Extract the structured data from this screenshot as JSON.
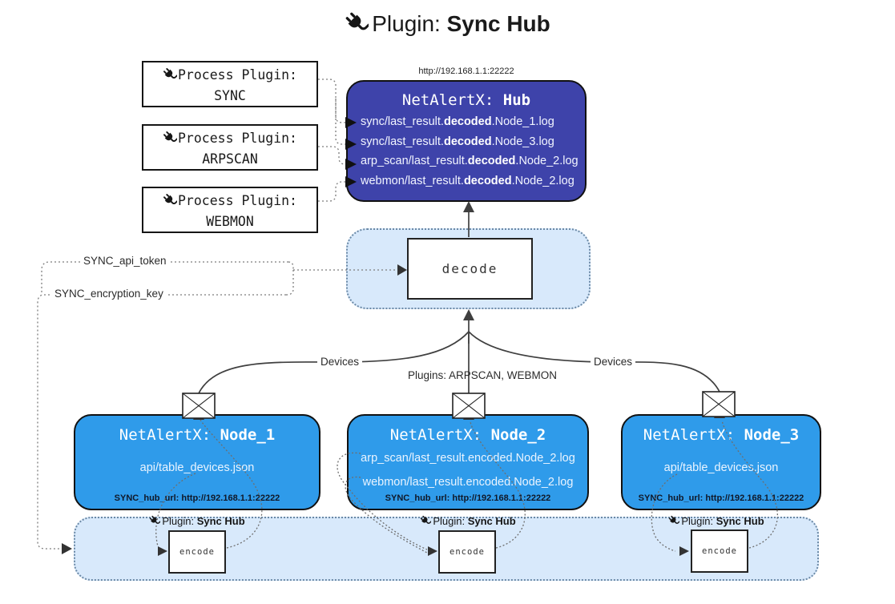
{
  "title": {
    "label": "Plugin:",
    "name": "Sync Hub"
  },
  "hub": {
    "url": "http://192.168.1.1:22222",
    "title_label": "NetAlertX:",
    "title_name": "Hub",
    "logs": [
      {
        "pre": "sync/last_result.",
        "em": "decoded",
        "post": ".Node_1.log"
      },
      {
        "pre": "sync/last_result.",
        "em": "decoded",
        "post": ".Node_3.log"
      },
      {
        "pre": "arp_scan/last_result.",
        "em": "decoded",
        "post": ".Node_2.log"
      },
      {
        "pre": "webmon/last_result.",
        "em": "decoded",
        "post": ".Node_2.log"
      }
    ]
  },
  "process_plugins": {
    "label": "Process Plugin:",
    "items": [
      {
        "name": "SYNC"
      },
      {
        "name": "ARPSCAN"
      },
      {
        "name": "WEBMON"
      }
    ]
  },
  "decode": {
    "label": "decode"
  },
  "encode": {
    "label": "encode"
  },
  "settings": {
    "api_token": "SYNC_api_token",
    "encryption_key": "SYNC_encryption_key"
  },
  "edge_labels": {
    "devices_left": "Devices",
    "plugins_center": "Plugins: ARPSCAN, WEBMON",
    "devices_right": "Devices"
  },
  "nodes": [
    {
      "title_label": "NetAlertX:",
      "title_name": "Node_1",
      "lines": [
        "api/table_devices.json"
      ],
      "sync_hub_url": "SYNC_hub_url: http://192.168.1.1:22222"
    },
    {
      "title_label": "NetAlertX:",
      "title_name": "Node_2",
      "lines": [
        "arp_scan/last_result.encoded.Node_2.log",
        "webmon/last_result.encoded.Node_2.log"
      ],
      "sync_hub_url": "SYNC_hub_url: http://192.168.1.1:22222"
    },
    {
      "title_label": "NetAlertX:",
      "title_name": "Node_3",
      "lines": [
        "api/table_devices.json"
      ],
      "sync_hub_url": "SYNC_hub_url: http://192.168.1.1:22222"
    }
  ],
  "encoder_label": {
    "prefix": "Plugin:",
    "name": "Sync Hub"
  },
  "icons": {
    "title_icon": "plug-icon",
    "node_mail_icon": "envelope-icon",
    "hub_input_marker": "arrowhead-icon"
  },
  "colors": {
    "hub_fill": "#3E43AA",
    "node_fill": "#2F9BEA",
    "panel_fill": "#D8E9FB",
    "panel_border": "#6B89A6",
    "line_solid": "#3F3F3F",
    "line_dotted": "#777777",
    "text_on_blue": "#FFFFFF"
  }
}
